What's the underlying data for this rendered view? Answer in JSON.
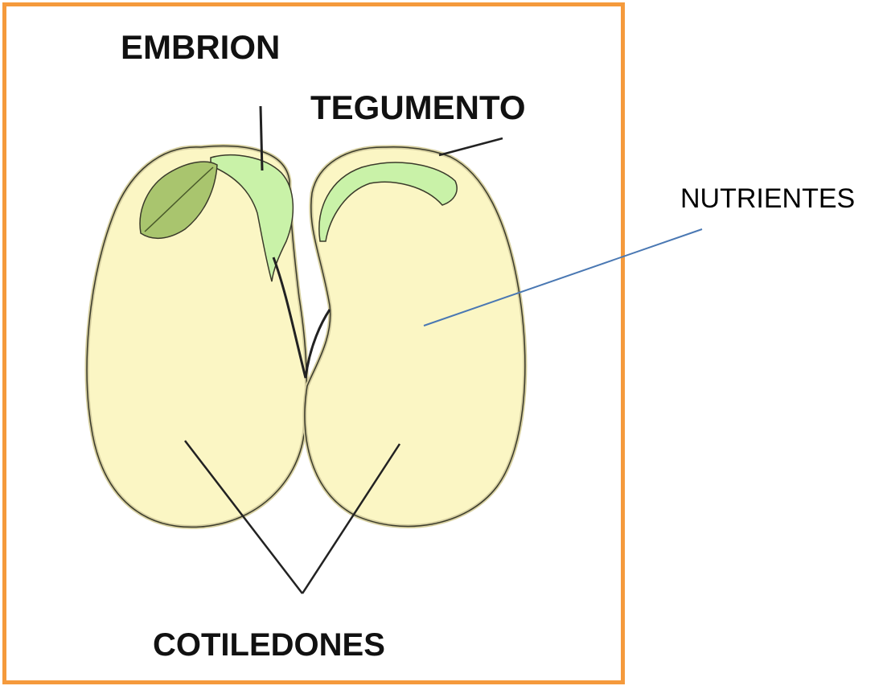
{
  "labels": {
    "embryo": "EMBRION",
    "seed_coat": "TEGUMENTO",
    "nutrients": "NUTRIENTES",
    "cotyledons": "COTILEDONES"
  },
  "colors": {
    "frame": "#f59a3c",
    "cotyledon_fill": "#fbf6c4",
    "cotyledon_edge": "#d6cfa0",
    "embryo_green": "#c9f2a8",
    "leaf_green": "#a9c56e",
    "outline": "#222222",
    "pointer_blue": "#4a78b3"
  }
}
